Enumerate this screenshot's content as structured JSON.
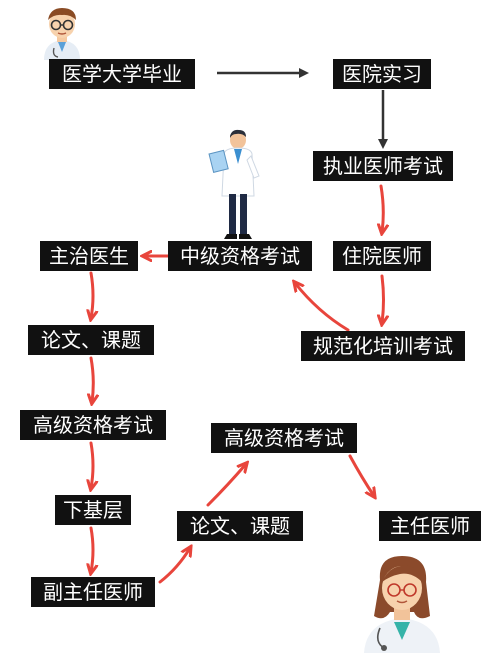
{
  "nodes": {
    "med_school_grad": "医学大学毕业",
    "hospital_internship": "医院实习",
    "practicing_exam": "执业医师考试",
    "resident_doctor": "住院医师",
    "standardized_training_exam": "规范化培训考试",
    "intermediate_exam": "中级资格考试",
    "attending_doctor": "主治医生",
    "thesis_research_1": "论文、课题",
    "senior_exam_1": "高级资格考试",
    "grassroots": "下基层",
    "associate_chief": "副主任医师",
    "thesis_research_2": "论文、课题",
    "senior_exam_2": "高级资格考试",
    "chief_doctor": "主任医师"
  },
  "colors": {
    "node_bg": "#111111",
    "node_text": "#ffffff",
    "arrow_dark": "#333333",
    "arrow_red": "#e8453c"
  },
  "icons": [
    "male-doctor-avatar",
    "doctor-with-clipboard",
    "female-doctor-avatar"
  ]
}
